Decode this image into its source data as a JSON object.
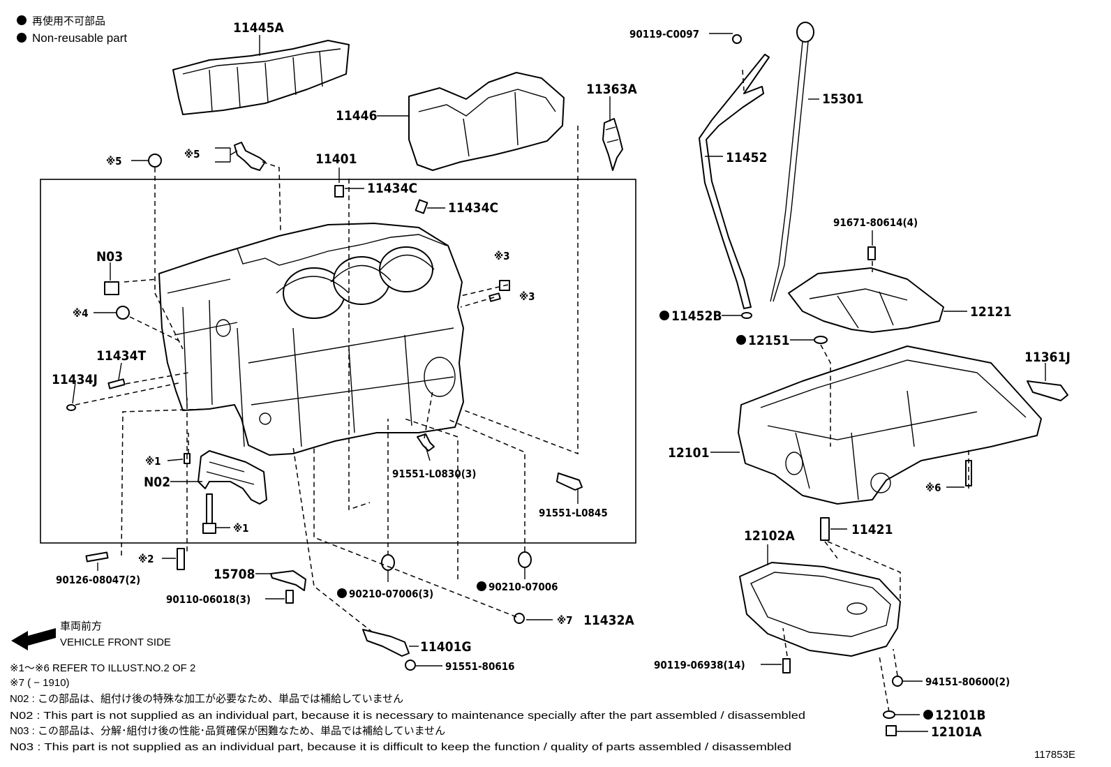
{
  "legend": {
    "jp": "再使用不可部品",
    "en": "Non-reusable part"
  },
  "part_labels": {
    "p11445A": "11445A",
    "p11446": "11446",
    "p11363A": "11363A",
    "p11401": "11401",
    "p11434C_a": "11434C",
    "p11434C_b": "11434C",
    "p90119C0097": "90119-C0097",
    "p11452": "11452",
    "p15301": "15301",
    "p9167180614": "91671-80614(4)",
    "p11452B": "11452B",
    "p12121": "12121",
    "p12151": "12151",
    "p11361J": "11361J",
    "p12101": "12101",
    "p11421": "11421",
    "p12102A": "12102A",
    "p9011906938": "90119-06938(14)",
    "p9415180600": "94151-80600(2)",
    "p12101B": "12101B",
    "p12101A": "12101A",
    "pN03": "N03",
    "pN02": "N02",
    "p11434T": "11434T",
    "p11434J": "11434J",
    "p91551L0830": "91551-L0830(3)",
    "p91551L0845": "91551-L0845",
    "p9012608047": "90126-08047(2)",
    "p15708": "15708",
    "p9011006018": "90110-06018(3)",
    "p9021007006_3": "90210-07006(3)",
    "p9021007006": "90210-07006",
    "p11432A": "11432A",
    "p11401G": "11401G",
    "p9155180616": "91551-80616"
  },
  "ref_marks": {
    "r5a": "※5",
    "r5b": "※5",
    "r3a": "※3",
    "r3b": "※3",
    "r4": "※4",
    "r1a": "※1",
    "r1b": "※1",
    "r2": "※2",
    "r6": "※6",
    "r7": "※7"
  },
  "front": {
    "jp": "車両前方",
    "en": "VEHICLE FRONT SIDE"
  },
  "notes": {
    "n1": "※1～※6  REFER TO ILLUST.NO.2 OF 2",
    "n2": "※7 (         − 1910)",
    "n3": "N02 : この部品は、組付け後の特殊な加工が必要なため、単品では補給していません",
    "n4": "N02 : This part is not supplied as an individual part, because it is necessary to maintenance specially after the part assembled / disassembled",
    "n5": "N03 : この部品は、分解･組付け後の性能･品質確保が困難なため、単品では補給していません",
    "n6": "N03 : This part is not supplied as an individual part, because it is difficult to keep the function / quality of parts  assembled / disassembled"
  },
  "illustration_code": "117853E",
  "icons": [
    "non-reusable-dot-icon",
    "front-arrow-icon"
  ],
  "colors": {
    "ink": "#000000",
    "paper": "#ffffff"
  }
}
